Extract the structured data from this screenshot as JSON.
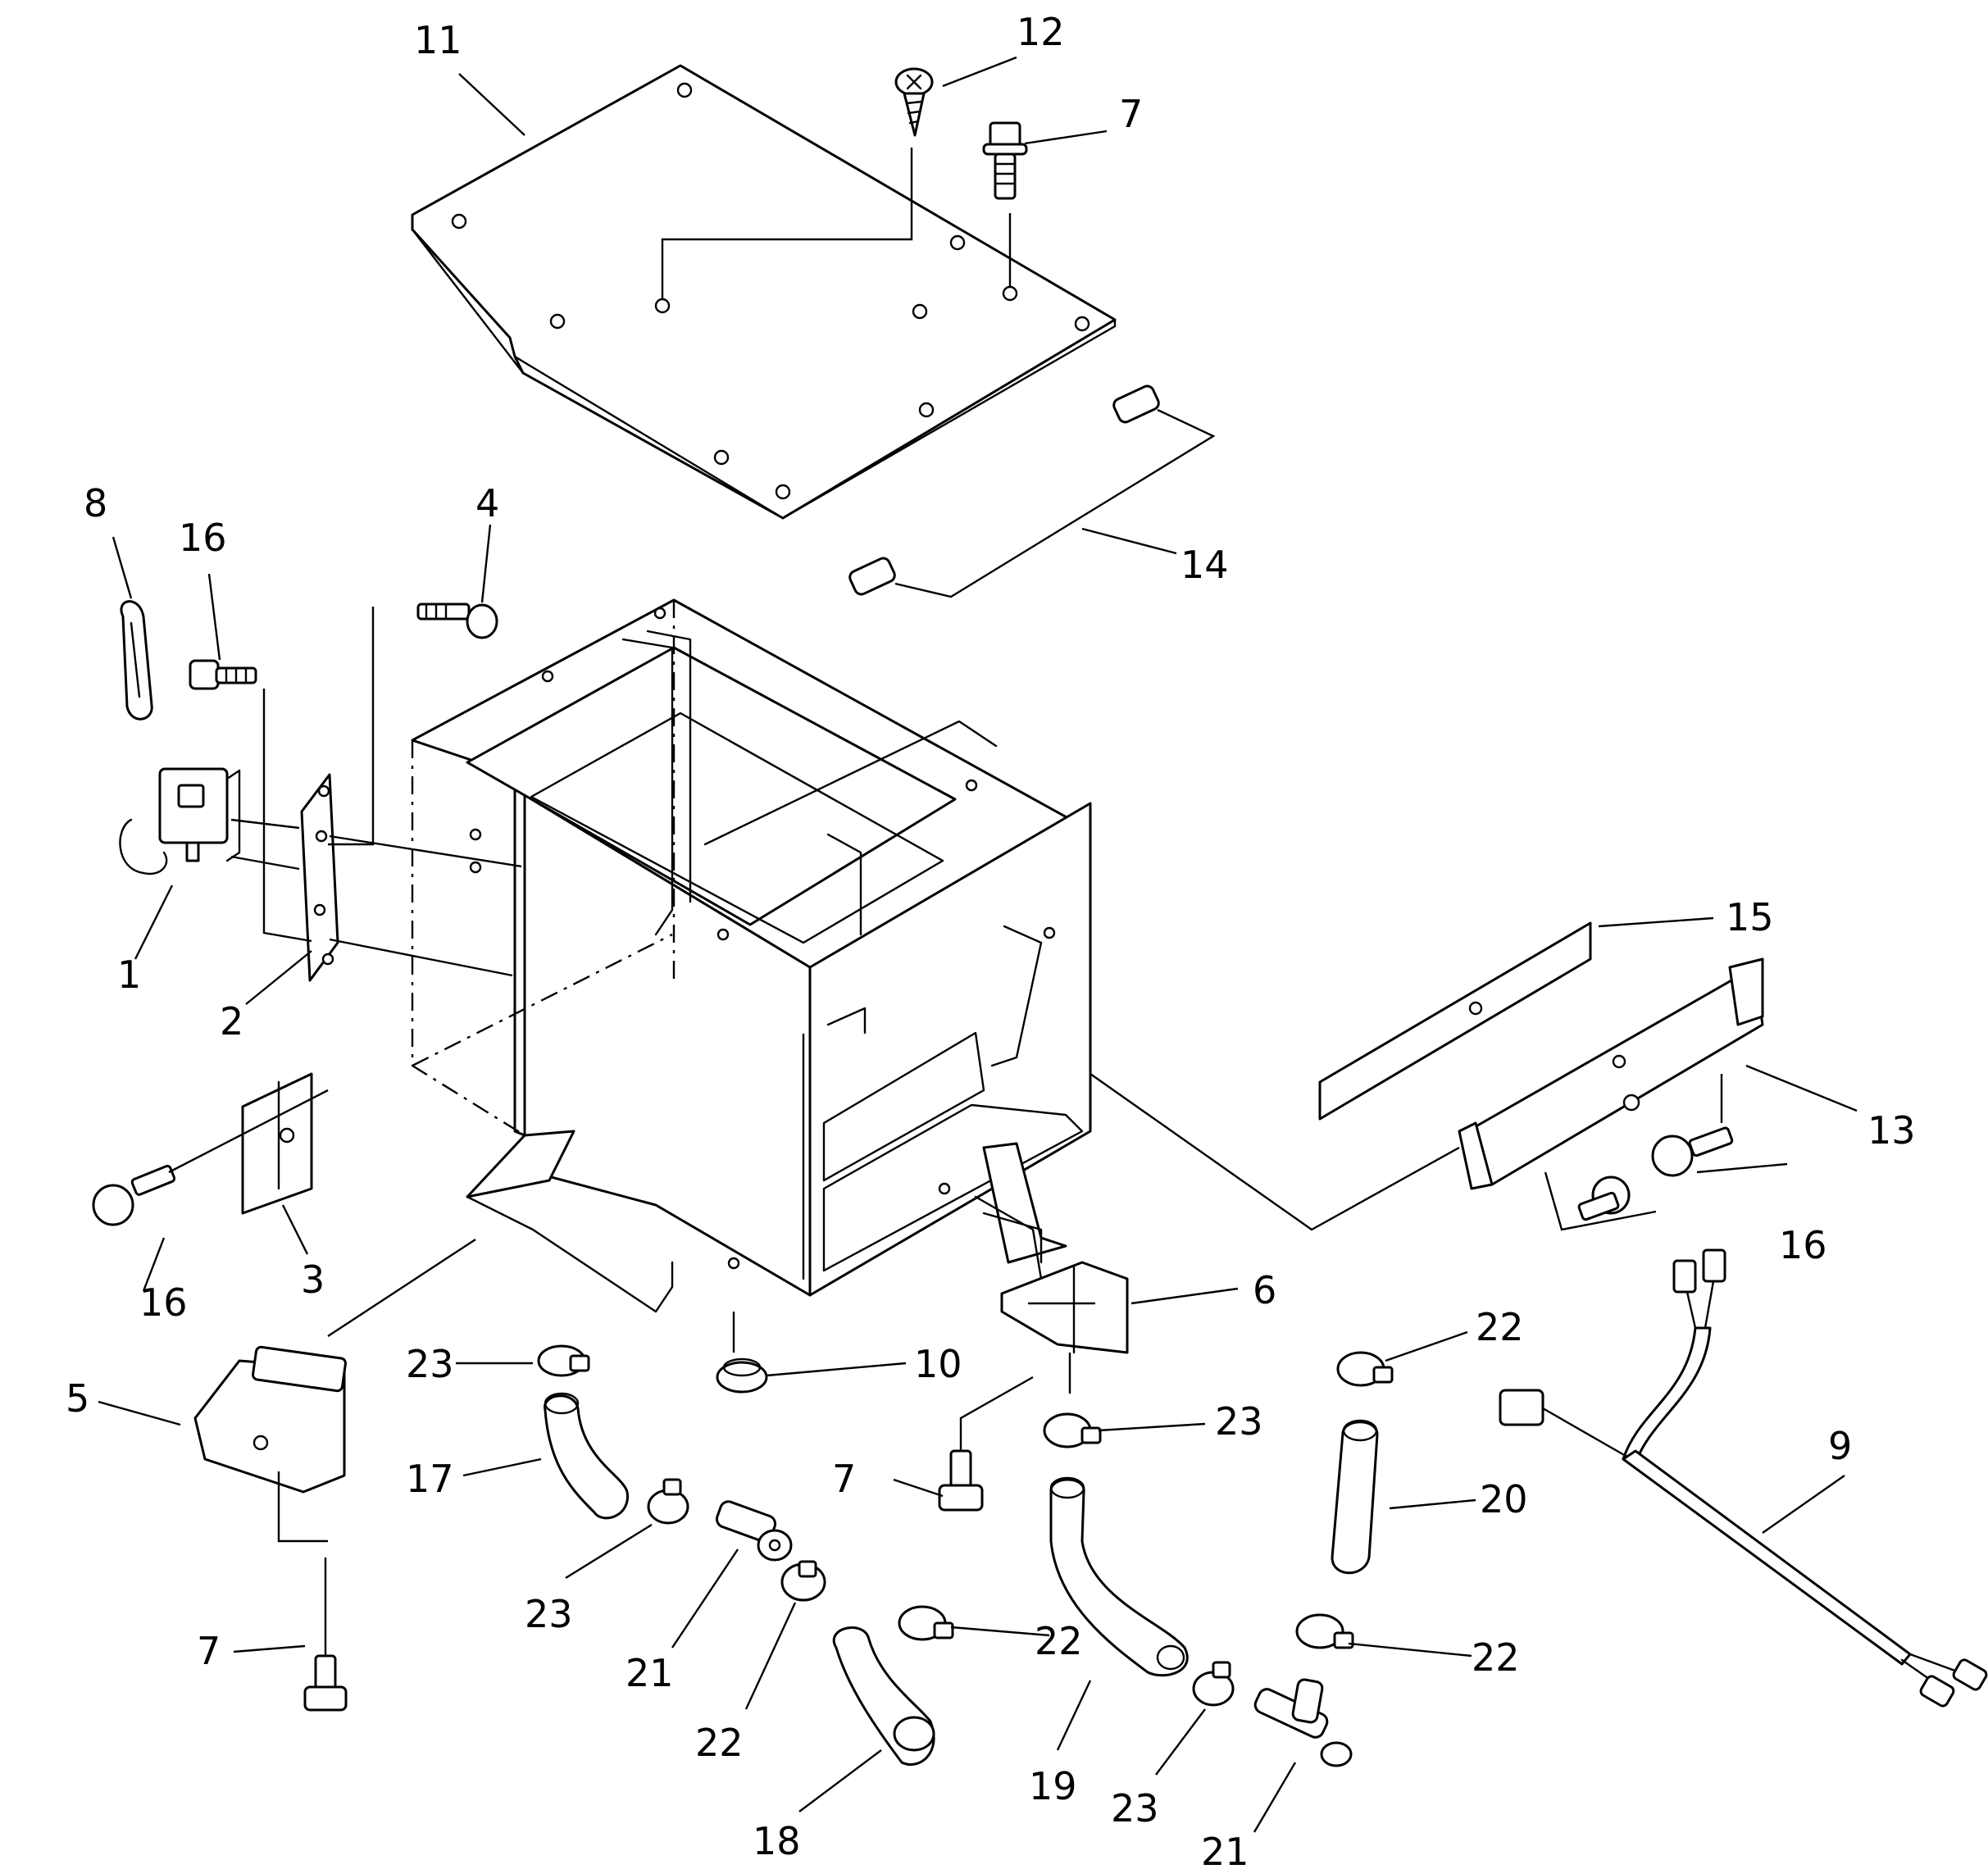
{
  "diagram": {
    "callouts": [
      {
        "id": "c-11-top",
        "label": "11"
      },
      {
        "id": "c-12-top",
        "label": "12"
      },
      {
        "id": "c-7-top",
        "label": "7"
      },
      {
        "id": "c-8",
        "label": "8"
      },
      {
        "id": "c-16-upper",
        "label": "16"
      },
      {
        "id": "c-4",
        "label": "4"
      },
      {
        "id": "c-14",
        "label": "14"
      },
      {
        "id": "c-1",
        "label": "1"
      },
      {
        "id": "c-2",
        "label": "2"
      },
      {
        "id": "c-15",
        "label": "15"
      },
      {
        "id": "c-13",
        "label": "13"
      },
      {
        "id": "c-16-left",
        "label": "16"
      },
      {
        "id": "c-3",
        "label": "3"
      },
      {
        "id": "c-16-right",
        "label": "16"
      },
      {
        "id": "c-6",
        "label": "6"
      },
      {
        "id": "c-5",
        "label": "5"
      },
      {
        "id": "c-23-a",
        "label": "23"
      },
      {
        "id": "c-10",
        "label": "10"
      },
      {
        "id": "c-22-a",
        "label": "22"
      },
      {
        "id": "c-23-b",
        "label": "23"
      },
      {
        "id": "c-9",
        "label": "9"
      },
      {
        "id": "c-17",
        "label": "17"
      },
      {
        "id": "c-7-mid",
        "label": "7"
      },
      {
        "id": "c-20",
        "label": "20"
      },
      {
        "id": "c-23-c",
        "label": "23"
      },
      {
        "id": "c-21-a",
        "label": "21"
      },
      {
        "id": "c-7-bottom",
        "label": "7"
      },
      {
        "id": "c-22-b",
        "label": "22"
      },
      {
        "id": "c-22-c",
        "label": "22"
      },
      {
        "id": "c-22-d",
        "label": "22"
      },
      {
        "id": "c-19",
        "label": "19"
      },
      {
        "id": "c-18",
        "label": "18"
      },
      {
        "id": "c-23-d",
        "label": "23"
      },
      {
        "id": "c-21-b",
        "label": "21"
      }
    ]
  }
}
